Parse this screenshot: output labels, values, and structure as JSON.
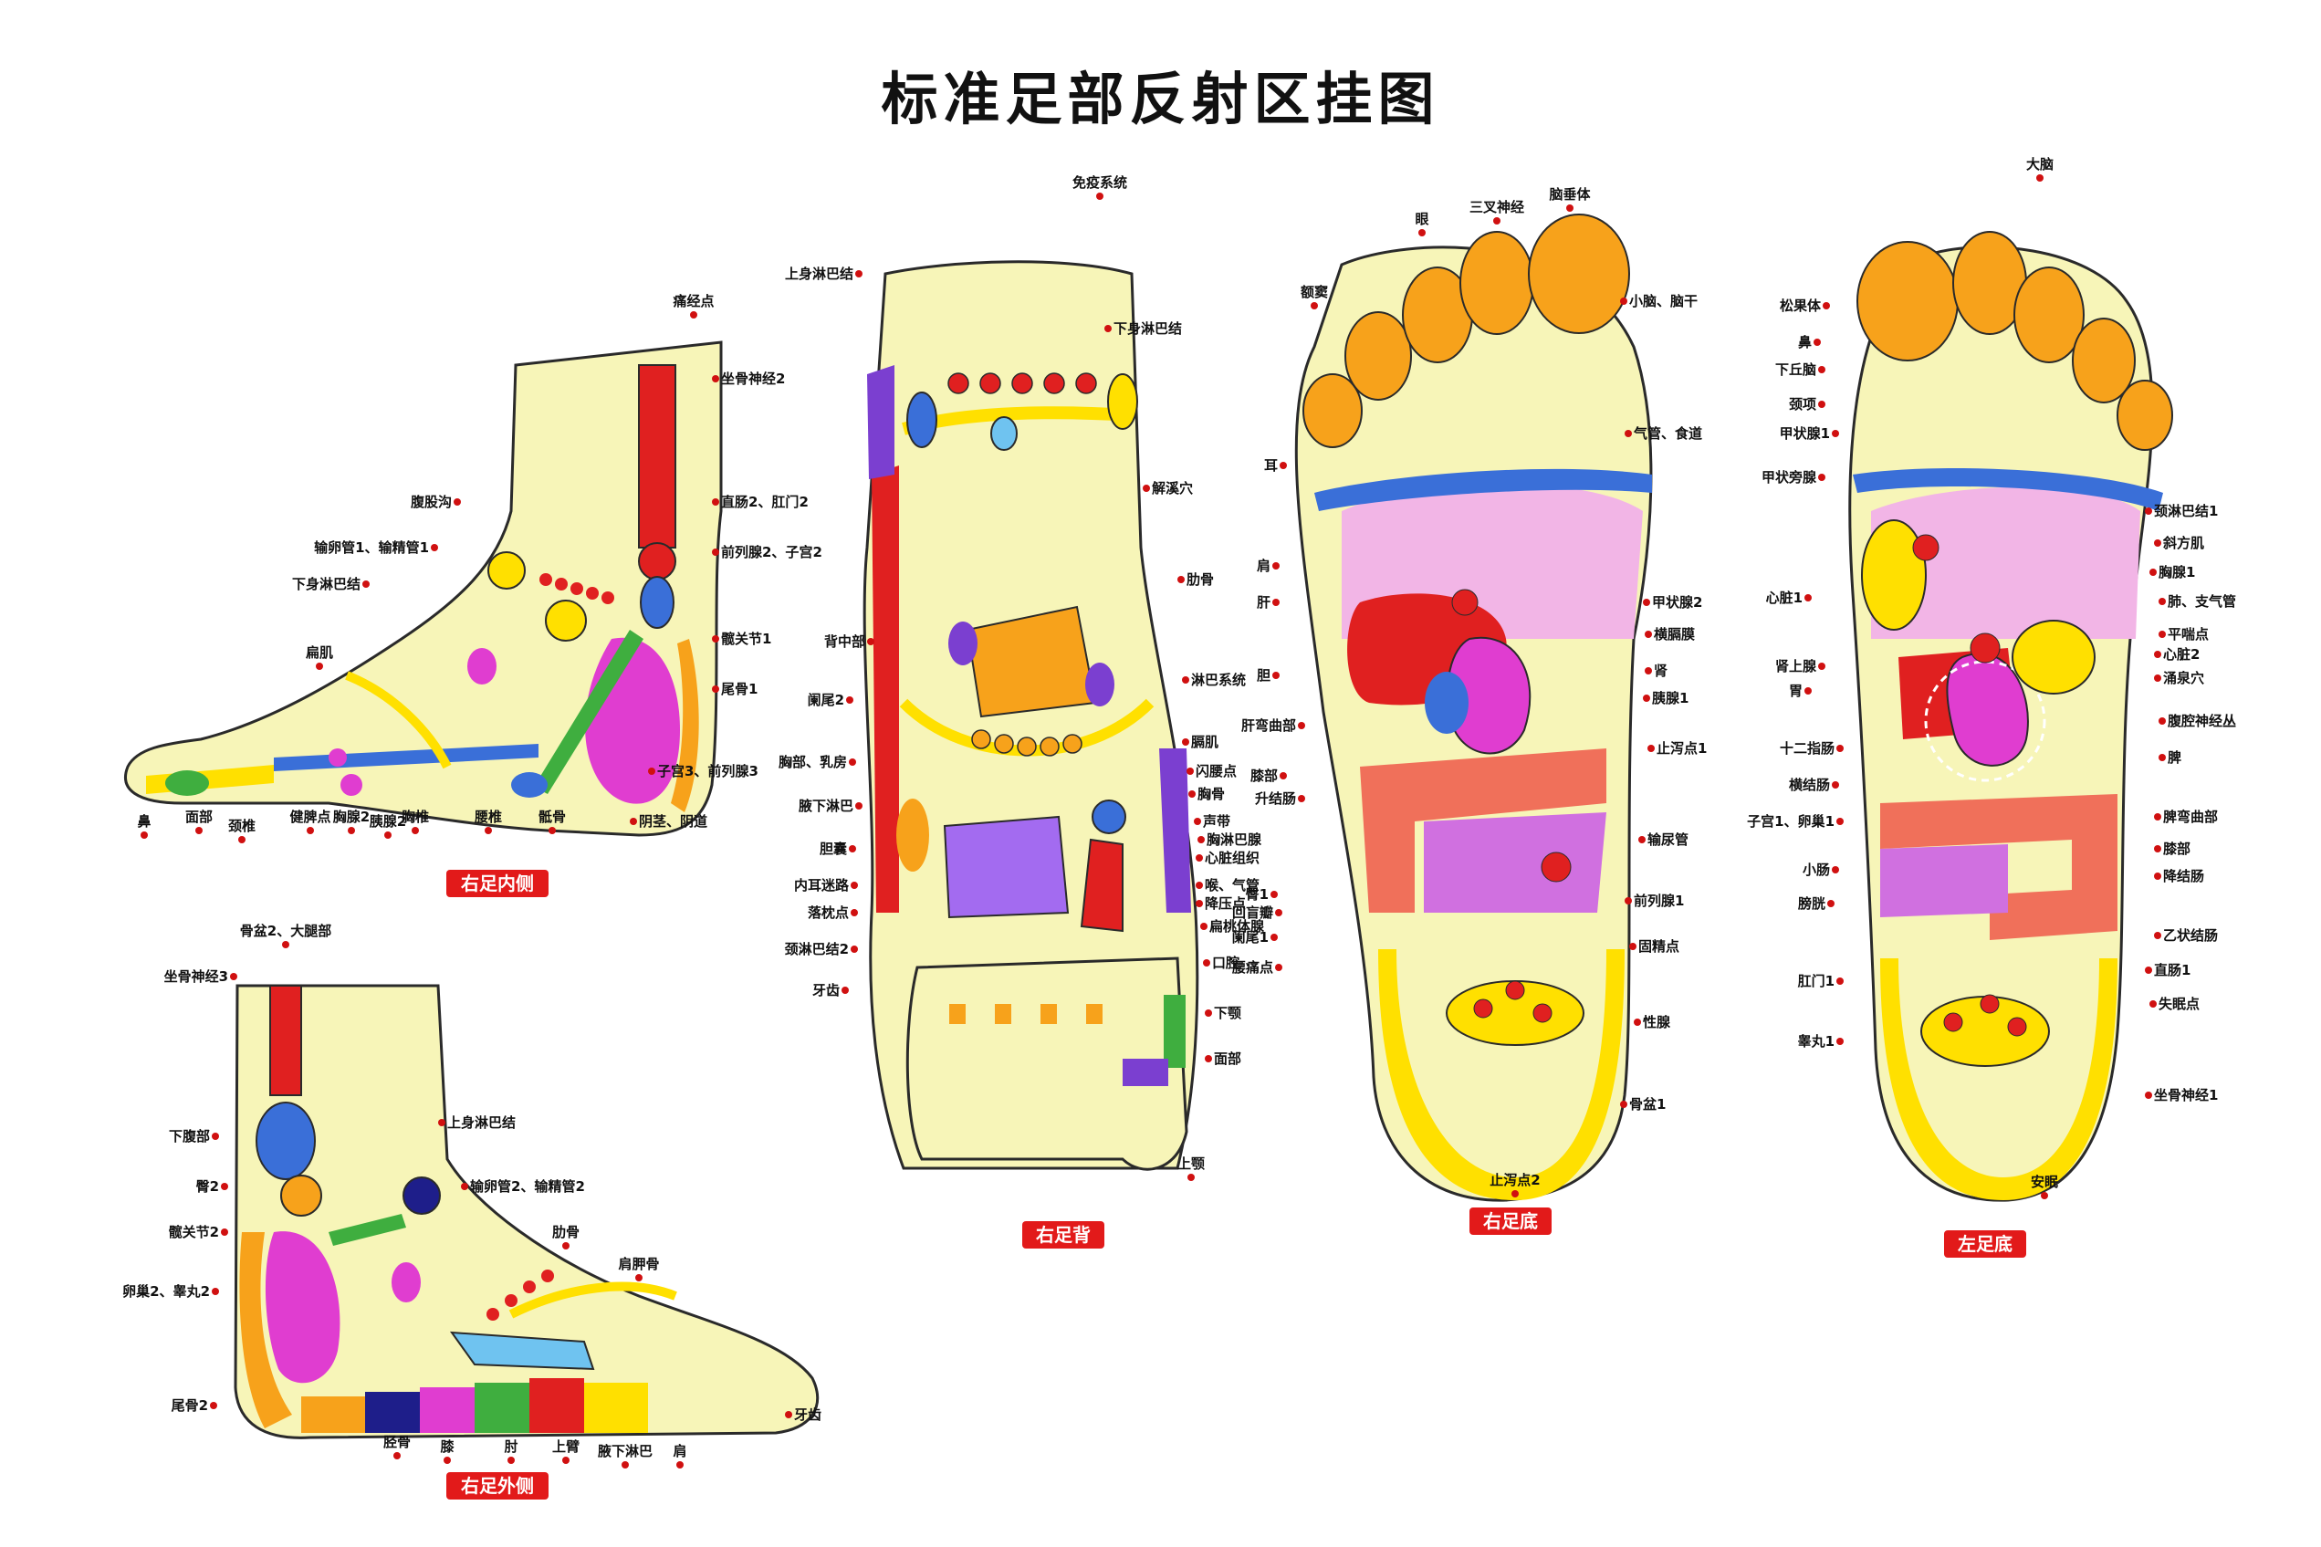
{
  "title": "标准足部反射区挂图",
  "colors": {
    "skin": "#f7f5b8",
    "outline": "#2a2a2a",
    "red": "#e02020",
    "yellow": "#ffe000",
    "orange": "#f7a21b",
    "magenta": "#e03dd0",
    "pink": "#f2b5e6",
    "blue": "#3a6fd8",
    "lightblue": "#6fc3f0",
    "purple": "#7b3fd0",
    "green": "#3fae3f",
    "leader": "#555555",
    "dot": "#d01010",
    "caption_bg": "#e21a1a",
    "caption_fg": "#ffffff"
  },
  "views": [
    {
      "key": "inner",
      "caption": "右足内侧",
      "labels": [
        "痛经点",
        "坐骨神经2",
        "腹股沟",
        "输卵管1、输精管1",
        "下身淋巴结",
        "直肠2、肛门2",
        "前列腺2、子宫2",
        "髋关节1",
        "尾骨1",
        "子宫3、前列腺3",
        "阴茎、阴道",
        "鼻",
        "面部",
        "颈椎",
        "健脾点",
        "胸腺2",
        "胰腺2",
        "胸椎",
        "腰椎",
        "骶骨",
        "扁肌"
      ]
    },
    {
      "key": "outer",
      "caption": "右足外侧",
      "labels": [
        "骨盆2、大腿部",
        "坐骨神经3",
        "下腹部",
        "臀2",
        "髋关节2",
        "卵巢2、睾丸2",
        "尾骨2",
        "上身淋巴结",
        "输卵管2、输精管2",
        "肋骨",
        "肩胛骨",
        "牙齿",
        "胫骨",
        "膝",
        "肘",
        "上臂",
        "腋下淋巴",
        "肩"
      ]
    },
    {
      "key": "back",
      "caption": "右足背",
      "labels": [
        "免疫系统",
        "上身淋巴结",
        "下身淋巴结",
        "解溪穴",
        "肋骨",
        "淋巴系统",
        "背中部",
        "阑尾2",
        "膈肌",
        "闪腰点",
        "胸骨",
        "胸部、乳房",
        "腋下淋巴",
        "声带",
        "胸淋巴腺",
        "心脏组织",
        "胆囊",
        "喉、气管",
        "内耳迷路",
        "降压点",
        "落枕点",
        "扁桃体腺",
        "颈淋巴结2",
        "口腔",
        "牙齿",
        "下颚",
        "面部",
        "上颚"
      ]
    },
    {
      "key": "rsole",
      "caption": "右足底",
      "labels": [
        "眼",
        "三叉神经",
        "脑垂体",
        "额窦",
        "小脑、脑干",
        "耳",
        "气管、食道",
        "肩",
        "肝",
        "甲状腺2",
        "横膈膜",
        "胆",
        "肾",
        "胰腺1",
        "肝弯曲部",
        "止泻点1",
        "膝部",
        "升结肠",
        "输尿管",
        "臀1",
        "回盲瓣",
        "前列腺1",
        "阑尾1",
        "腰痛点",
        "固精点",
        "性腺",
        "骨盆1",
        "止泻点2"
      ]
    },
    {
      "key": "lsole",
      "caption": "左足底",
      "labels": [
        "大脑",
        "松果体",
        "鼻",
        "下丘脑",
        "颈项",
        "甲状腺1",
        "甲状旁腺",
        "颈淋巴结1",
        "斜方肌",
        "胸腺1",
        "肺、支气管",
        "心脏1",
        "平喘点",
        "心脏2",
        "肾上腺",
        "涌泉穴",
        "胃",
        "腹腔神经丛",
        "十二指肠",
        "脾",
        "横结肠",
        "子宫1、卵巢1",
        "脾弯曲部",
        "小肠",
        "膝部",
        "膀胱",
        "降结肠",
        "乙状结肠",
        "肛门1",
        "直肠1",
        "睾丸1",
        "失眠点",
        "坐骨神经1",
        "安眠"
      ]
    }
  ]
}
